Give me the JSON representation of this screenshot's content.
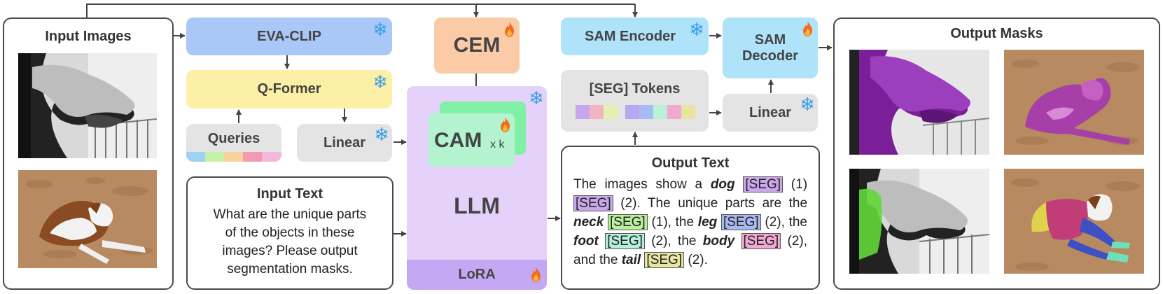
{
  "input_images": {
    "title": "Input Images"
  },
  "eva_clip": {
    "label": "EVA-CLIP",
    "icon": "snowflake-icon"
  },
  "q_former": {
    "label": "Q-Former",
    "icon": "snowflake-icon"
  },
  "queries": {
    "label": "Queries",
    "stripe_colors": [
      "#9fd0f5",
      "#c6f0a8",
      "#f9d19b",
      "#f49ab0",
      "#f4b8d9"
    ]
  },
  "linear_left": {
    "label": "Linear",
    "icon": "snowflake-icon"
  },
  "input_text": {
    "title": "Input Text",
    "lines": [
      "What are the unique parts",
      "of the objects in these",
      "images? Please output",
      "segmentation masks."
    ]
  },
  "cem": {
    "label": "CEM",
    "icon": "flame-icon"
  },
  "llm": {
    "label": "LLM",
    "icon": "snowflake-icon"
  },
  "cam": {
    "label": "CAM",
    "multiplier": "x k",
    "icon": "flame-icon"
  },
  "lora": {
    "label": "LoRA",
    "icon": "flame-icon"
  },
  "sam_encoder": {
    "label": "SAM Encoder",
    "icon": "snowflake-icon"
  },
  "sam_decoder": {
    "label_line1": "SAM",
    "label_line2": "Decoder",
    "icon": "flame-icon"
  },
  "seg_tokens": {
    "label": "[SEG] Tokens",
    "colors": [
      "#c8a6ee",
      "#f2b3c3",
      "#e4f0b0",
      "#b8a8f0",
      "#a6bdf2",
      "#b8f0dc",
      "#f2a8cf",
      "#e6e6a0"
    ]
  },
  "linear_right": {
    "label": "Linear",
    "icon": "snowflake-icon"
  },
  "output_text": {
    "title": "Output Text",
    "seg": "[SEG]",
    "w_the_images": "The images show a",
    "w_dog": "dog",
    "n1": "(1)",
    "w_unique": "(2). The unique parts are",
    "w_the1": "the",
    "w_neck": "neck",
    "w_the2": "(1), the",
    "w_leg": "leg",
    "w_the3": "(2), the",
    "w_foot": "foot",
    "w_the4": "(2), the",
    "w_body": "body",
    "w_and": "(2), and the",
    "w_tail": "tail",
    "w_end": "(2).",
    "seg_colors": {
      "dog1": "#c9a7ea",
      "dog2": "#c9a7ea",
      "neck": "#b9ef9d",
      "leg": "#a7b9ef",
      "foot": "#b3efdc",
      "body": "#f0a9d3",
      "tail": "#e8e6a3"
    }
  },
  "output_masks": {
    "title": "Output Masks"
  },
  "colors": {
    "eva_clip": "#a9c8f7",
    "q_former": "#fbf0a5",
    "gray_block": "#e4e4e4",
    "cem": "#fbcba8",
    "llm": "#e5d2fb",
    "lora": "#c3a8f3",
    "cam_front": "#b3f3cf",
    "cam_back": "#7ff0a6",
    "sam": "#aee3fa",
    "flake": "#3a9ee4",
    "flame": "#f36b1c"
  }
}
